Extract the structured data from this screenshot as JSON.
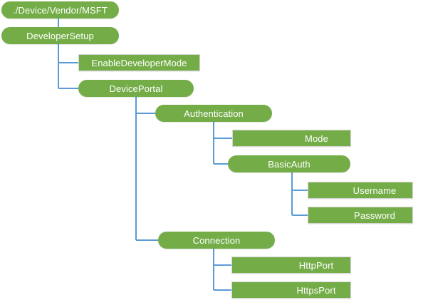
{
  "diagram": {
    "type": "tree",
    "title": "DeveloperSetup CSP tree",
    "colors": {
      "node_fill": "#74ad48",
      "node_text": "#ffffff",
      "rect_border": "#d6d6d6",
      "connector": "#5b9bd5",
      "background": "#ffffff"
    },
    "nodes": [
      {
        "id": "root",
        "label": "./Device/Vendor/MSFT",
        "shape": "pill",
        "depth": 0
      },
      {
        "id": "devsetup",
        "label": "DeveloperSetup",
        "shape": "pill",
        "depth": 1
      },
      {
        "id": "enabledev",
        "label": "EnableDeveloperMode",
        "shape": "rect",
        "depth": 2
      },
      {
        "id": "devportal",
        "label": "DevicePortal",
        "shape": "pill",
        "depth": 2
      },
      {
        "id": "auth",
        "label": "Authentication",
        "shape": "pill",
        "depth": 3
      },
      {
        "id": "mode",
        "label": "Mode",
        "shape": "rect",
        "depth": 4
      },
      {
        "id": "basicauth",
        "label": "BasicAuth",
        "shape": "pill",
        "depth": 4
      },
      {
        "id": "username",
        "label": "Username",
        "shape": "rect",
        "depth": 5
      },
      {
        "id": "password",
        "label": "Password",
        "shape": "rect",
        "depth": 5
      },
      {
        "id": "connection",
        "label": "Connection",
        "shape": "pill",
        "depth": 3
      },
      {
        "id": "httpport",
        "label": "HttpPort",
        "shape": "rect",
        "depth": 4
      },
      {
        "id": "httpsport",
        "label": "HttpsPort",
        "shape": "rect",
        "depth": 4
      }
    ]
  }
}
